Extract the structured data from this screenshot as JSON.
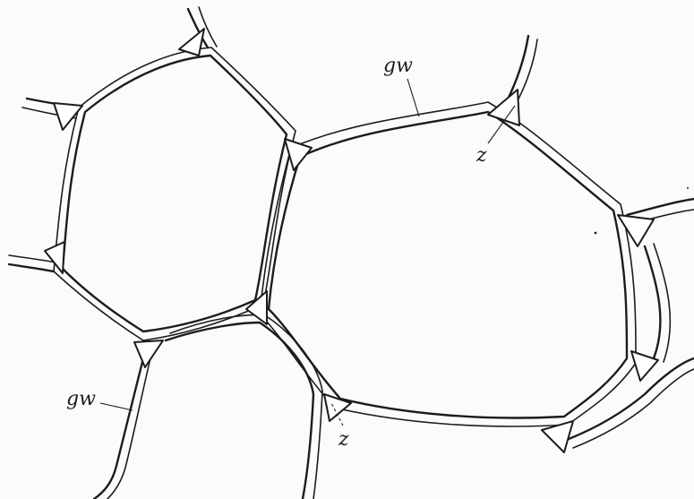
{
  "figure": {
    "labels": {
      "gw_top": "gw",
      "gw_left": "gw",
      "z_top": "z",
      "z_bottom": "z"
    }
  }
}
